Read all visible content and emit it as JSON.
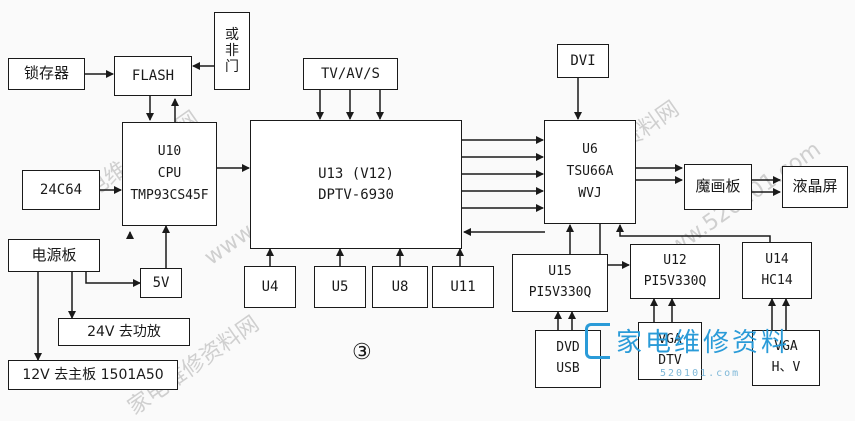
{
  "blocks": {
    "lock": "锁存器",
    "flash": "FLASH",
    "or_gate": [
      "或",
      "非",
      "门"
    ],
    "eeprom": "24C64",
    "u10": [
      "U10",
      "CPU",
      "TMP93CS45F"
    ],
    "power": "电源板",
    "v5": "5V",
    "amp": "24V 去功放",
    "main": "12V 去主板 1501A50",
    "tvav": "TV/AV/S",
    "u13": [
      "U13 (V12)",
      "DPTV-6930"
    ],
    "u4": "U4",
    "u5": "U5",
    "u8": "U8",
    "u11": "U11",
    "dvi": "DVI",
    "u6": [
      "U6",
      "TSU66A",
      "WVJ"
    ],
    "mohua": "魔画板",
    "lcd": "液晶屏",
    "u15": [
      "U15",
      "PI5V330Q"
    ],
    "u12": [
      "U12",
      "PI5V330Q"
    ],
    "u14": [
      "U14",
      "HC14"
    ],
    "dvd": [
      "DVD",
      "USB"
    ],
    "vga_dtv": [
      "VGA",
      "DTV"
    ],
    "vga_hv": [
      "VGA",
      "H、V"
    ]
  },
  "figure_label": "③",
  "watermarks": [
    "家电维修资料网",
    "www.520101.com",
    "家电维修资料网",
    "www.520101.com",
    "家电维修资料网"
  ],
  "logo": {
    "text": "家电维修资料",
    "sub": "520101.com"
  },
  "colors": {
    "line": "#1a1a1a",
    "logo": "#2a9bd8",
    "watermark": "#c8c8c8"
  }
}
